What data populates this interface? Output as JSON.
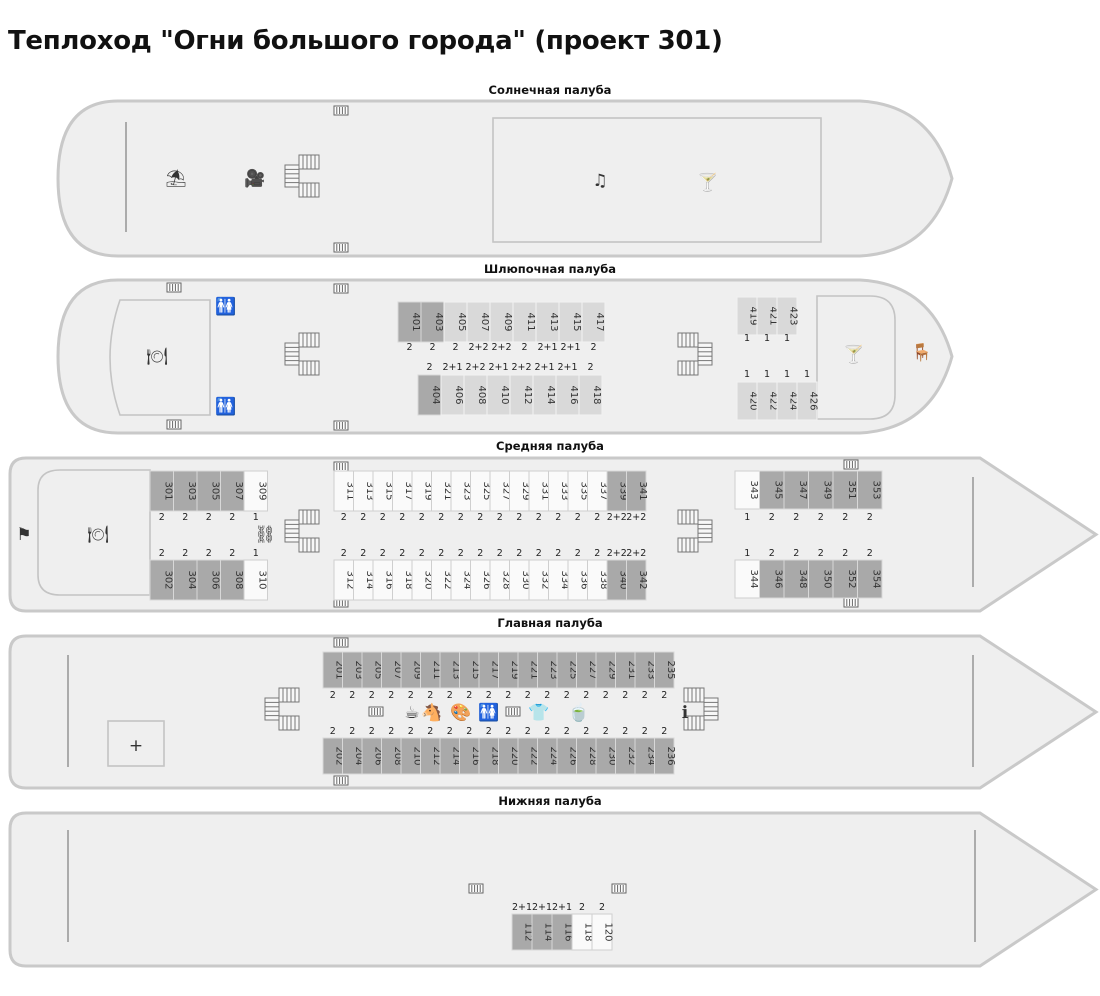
{
  "page_title": "Теплоход \"Огни большого города\" (проект 301)",
  "legend_colors": {
    "category_a": "#a9a9a9",
    "category_b": "#d9d9d9",
    "category_c": "#fafafa"
  },
  "decks": [
    {
      "name": "Солнечная палуба",
      "cabins": [],
      "icons": [
        "beach-umbrella-icon",
        "film-camera-icon",
        "music-notes-icon",
        "cocktail-icon",
        "stairs-icon",
        "radiator-icon"
      ]
    },
    {
      "name": "Шлюпочная палуба",
      "cabins": [
        {
          "num": "401",
          "cat": "a",
          "occ": "2"
        },
        {
          "num": "403",
          "cat": "a",
          "occ": "2"
        },
        {
          "num": "405",
          "cat": "b",
          "occ": "2"
        },
        {
          "num": "407",
          "cat": "b",
          "occ": "2+2"
        },
        {
          "num": "409",
          "cat": "b",
          "occ": "2+2"
        },
        {
          "num": "411",
          "cat": "b",
          "occ": "2"
        },
        {
          "num": "413",
          "cat": "b",
          "occ": "2+1"
        },
        {
          "num": "415",
          "cat": "b",
          "occ": "2+1"
        },
        {
          "num": "417",
          "cat": "b",
          "occ": "2"
        },
        {
          "num": "404",
          "cat": "a",
          "occ": "2"
        },
        {
          "num": "406",
          "cat": "b",
          "occ": "2+1"
        },
        {
          "num": "408",
          "cat": "b",
          "occ": "2+2"
        },
        {
          "num": "410",
          "cat": "b",
          "occ": "2+1"
        },
        {
          "num": "412",
          "cat": "b",
          "occ": "2+2"
        },
        {
          "num": "414",
          "cat": "b",
          "occ": "2+1"
        },
        {
          "num": "416",
          "cat": "b",
          "occ": "2+1"
        },
        {
          "num": "418",
          "cat": "b",
          "occ": "2"
        },
        {
          "num": "419",
          "cat": "b",
          "occ": "1"
        },
        {
          "num": "421",
          "cat": "b",
          "occ": "1"
        },
        {
          "num": "423",
          "cat": "b",
          "occ": "1"
        },
        {
          "num": "420",
          "cat": "b",
          "occ": "1"
        },
        {
          "num": "422",
          "cat": "b",
          "occ": "1"
        },
        {
          "num": "424",
          "cat": "b",
          "occ": "1"
        },
        {
          "num": "426",
          "cat": "b",
          "occ": "1"
        }
      ],
      "icons": [
        "restaurant-icon",
        "toilet-icon",
        "cocktail-icon",
        "bar-tables-icon",
        "stairs-icon",
        "radiator-icon"
      ]
    },
    {
      "name": "Средняя палуба",
      "cabins": [
        {
          "num": "301",
          "cat": "a",
          "occ": "2"
        },
        {
          "num": "303",
          "cat": "a",
          "occ": "2"
        },
        {
          "num": "305",
          "cat": "a",
          "occ": "2"
        },
        {
          "num": "307",
          "cat": "a",
          "occ": "2"
        },
        {
          "num": "309",
          "cat": "c",
          "occ": "1"
        },
        {
          "num": "302",
          "cat": "a",
          "occ": "2"
        },
        {
          "num": "304",
          "cat": "a",
          "occ": "2"
        },
        {
          "num": "306",
          "cat": "a",
          "occ": "2"
        },
        {
          "num": "308",
          "cat": "a",
          "occ": "2"
        },
        {
          "num": "310",
          "cat": "c",
          "occ": "1"
        },
        {
          "num": "311",
          "cat": "c",
          "occ": "2"
        },
        {
          "num": "313",
          "cat": "c",
          "occ": "2"
        },
        {
          "num": "315",
          "cat": "c",
          "occ": "2"
        },
        {
          "num": "317",
          "cat": "c",
          "occ": "2"
        },
        {
          "num": "319",
          "cat": "c",
          "occ": "2"
        },
        {
          "num": "321",
          "cat": "c",
          "occ": "2"
        },
        {
          "num": "323",
          "cat": "c",
          "occ": "2"
        },
        {
          "num": "325",
          "cat": "c",
          "occ": "2"
        },
        {
          "num": "327",
          "cat": "c",
          "occ": "2"
        },
        {
          "num": "329",
          "cat": "c",
          "occ": "2"
        },
        {
          "num": "331",
          "cat": "c",
          "occ": "2"
        },
        {
          "num": "333",
          "cat": "c",
          "occ": "2"
        },
        {
          "num": "335",
          "cat": "c",
          "occ": "2"
        },
        {
          "num": "337",
          "cat": "c",
          "occ": "2"
        },
        {
          "num": "339",
          "cat": "a",
          "occ": "2+2"
        },
        {
          "num": "341",
          "cat": "a",
          "occ": "2+2"
        },
        {
          "num": "312",
          "cat": "c",
          "occ": "2"
        },
        {
          "num": "314",
          "cat": "c",
          "occ": "2"
        },
        {
          "num": "316",
          "cat": "c",
          "occ": "2"
        },
        {
          "num": "318",
          "cat": "c",
          "occ": "2"
        },
        {
          "num": "320",
          "cat": "c",
          "occ": "2"
        },
        {
          "num": "322",
          "cat": "c",
          "occ": "2"
        },
        {
          "num": "324",
          "cat": "c",
          "occ": "2"
        },
        {
          "num": "326",
          "cat": "c",
          "occ": "2"
        },
        {
          "num": "328",
          "cat": "c",
          "occ": "2"
        },
        {
          "num": "330",
          "cat": "c",
          "occ": "2"
        },
        {
          "num": "332",
          "cat": "c",
          "occ": "2"
        },
        {
          "num": "334",
          "cat": "c",
          "occ": "2"
        },
        {
          "num": "336",
          "cat": "c",
          "occ": "2"
        },
        {
          "num": "338",
          "cat": "c",
          "occ": "2"
        },
        {
          "num": "340",
          "cat": "a",
          "occ": "2+2"
        },
        {
          "num": "342",
          "cat": "a",
          "occ": "2+2"
        },
        {
          "num": "343",
          "cat": "c",
          "occ": "1"
        },
        {
          "num": "345",
          "cat": "a",
          "occ": "2"
        },
        {
          "num": "347",
          "cat": "a",
          "occ": "2"
        },
        {
          "num": "349",
          "cat": "a",
          "occ": "2"
        },
        {
          "num": "351",
          "cat": "a",
          "occ": "2"
        },
        {
          "num": "353",
          "cat": "a",
          "occ": "2"
        },
        {
          "num": "344",
          "cat": "c",
          "occ": "1"
        },
        {
          "num": "346",
          "cat": "a",
          "occ": "2"
        },
        {
          "num": "348",
          "cat": "a",
          "occ": "2"
        },
        {
          "num": "350",
          "cat": "a",
          "occ": "2"
        },
        {
          "num": "352",
          "cat": "a",
          "occ": "2"
        },
        {
          "num": "354",
          "cat": "a",
          "occ": "2"
        }
      ],
      "icons": [
        "restaurant-icon",
        "flag-icon",
        "elevator-icon",
        "stairs-icon",
        "radiator-icon"
      ]
    },
    {
      "name": "Главная палуба",
      "cabins": [
        {
          "num": "201",
          "cat": "a",
          "occ": "2"
        },
        {
          "num": "203",
          "cat": "a",
          "occ": "2"
        },
        {
          "num": "205",
          "cat": "a",
          "occ": "2"
        },
        {
          "num": "207",
          "cat": "a",
          "occ": "2"
        },
        {
          "num": "209",
          "cat": "a",
          "occ": "2"
        },
        {
          "num": "211",
          "cat": "a",
          "occ": "2"
        },
        {
          "num": "213",
          "cat": "a",
          "occ": "2"
        },
        {
          "num": "215",
          "cat": "a",
          "occ": "2"
        },
        {
          "num": "217",
          "cat": "a",
          "occ": "2"
        },
        {
          "num": "219",
          "cat": "a",
          "occ": "2"
        },
        {
          "num": "221",
          "cat": "a",
          "occ": "2"
        },
        {
          "num": "223",
          "cat": "a",
          "occ": "2"
        },
        {
          "num": "225",
          "cat": "a",
          "occ": "2"
        },
        {
          "num": "227",
          "cat": "a",
          "occ": "2"
        },
        {
          "num": "229",
          "cat": "a",
          "occ": "2"
        },
        {
          "num": "231",
          "cat": "a",
          "occ": "2"
        },
        {
          "num": "233",
          "cat": "a",
          "occ": "2"
        },
        {
          "num": "235",
          "cat": "a",
          "occ": "2"
        },
        {
          "num": "202",
          "cat": "a",
          "occ": "2"
        },
        {
          "num": "204",
          "cat": "a",
          "occ": "2"
        },
        {
          "num": "206",
          "cat": "a",
          "occ": "2"
        },
        {
          "num": "208",
          "cat": "a",
          "occ": "2"
        },
        {
          "num": "210",
          "cat": "a",
          "occ": "2"
        },
        {
          "num": "212",
          "cat": "a",
          "occ": "2"
        },
        {
          "num": "214",
          "cat": "a",
          "occ": "2"
        },
        {
          "num": "216",
          "cat": "a",
          "occ": "2"
        },
        {
          "num": "218",
          "cat": "a",
          "occ": "2"
        },
        {
          "num": "220",
          "cat": "a",
          "occ": "2"
        },
        {
          "num": "222",
          "cat": "a",
          "occ": "2"
        },
        {
          "num": "224",
          "cat": "a",
          "occ": "2"
        },
        {
          "num": "226",
          "cat": "a",
          "occ": "2"
        },
        {
          "num": "228",
          "cat": "a",
          "occ": "2"
        },
        {
          "num": "230",
          "cat": "a",
          "occ": "2"
        },
        {
          "num": "232",
          "cat": "a",
          "occ": "2"
        },
        {
          "num": "234",
          "cat": "a",
          "occ": "2"
        },
        {
          "num": "236",
          "cat": "a",
          "occ": "2"
        }
      ],
      "icons": [
        "coffee-machine-icon",
        "rocking-horse-icon",
        "palette-icon",
        "toilet-icon",
        "iron-icon",
        "tea-cup-icon",
        "info-icon",
        "first-aid-icon",
        "stairs-icon",
        "radiator-icon"
      ]
    },
    {
      "name": "Нижняя палуба",
      "cabins": [
        {
          "num": "112",
          "cat": "a",
          "occ": "2+1"
        },
        {
          "num": "114",
          "cat": "a",
          "occ": "2+1"
        },
        {
          "num": "116",
          "cat": "a",
          "occ": "2+1"
        },
        {
          "num": "118",
          "cat": "c",
          "occ": "2"
        },
        {
          "num": "120",
          "cat": "c",
          "occ": "2"
        }
      ],
      "icons": [
        "radiator-icon"
      ]
    }
  ]
}
